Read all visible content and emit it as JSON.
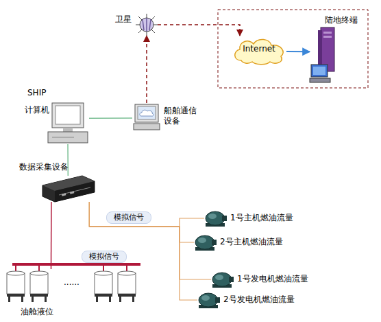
{
  "diagram": {
    "nodes": [
      {
        "text": [
          "卫星"
        ]
      },
      {
        "text": [
          "Internet"
        ]
      },
      {
        "text": [
          "陆地终端"
        ]
      },
      {
        "text": [
          "计算机"
        ]
      },
      {
        "text": [
          "船舶通信设备"
        ]
      },
      {
        "text": [
          "数据采集设备"
        ]
      },
      {
        "text": [
          "1号主机燃油流量"
        ]
      },
      {
        "text": [
          "2号主机燃油流量"
        ]
      },
      {
        "text": [
          "1号发电机燃油流量"
        ]
      },
      {
        "text": [
          "2号发电机燃油流量"
        ]
      },
      {
        "text": [
          "油舱液位"
        ]
      }
    ],
    "edges": [
      {
        "from": 4,
        "to": 0,
        "arrow": "to"
      },
      {
        "from": 0,
        "to": 1,
        "arrow": "to"
      },
      {
        "from": 1,
        "to": 2,
        "arrow": "to"
      },
      {
        "from": 3,
        "to": 4,
        "arrow": "none"
      },
      {
        "from": 3,
        "to": 5,
        "arrow": "none"
      },
      {
        "from": 5,
        "to": 6,
        "label": "模拟信号",
        "arrow": "none"
      },
      {
        "from": 5,
        "to": 7,
        "arrow": "none"
      },
      {
        "from": 5,
        "to": 8,
        "arrow": "none"
      },
      {
        "from": 5,
        "to": 9,
        "arrow": "none"
      },
      {
        "from": 5,
        "to": 10,
        "label": "模拟信号",
        "arrow": "none"
      }
    ],
    "labels": [
      "SHIP",
      "......"
    ]
  }
}
